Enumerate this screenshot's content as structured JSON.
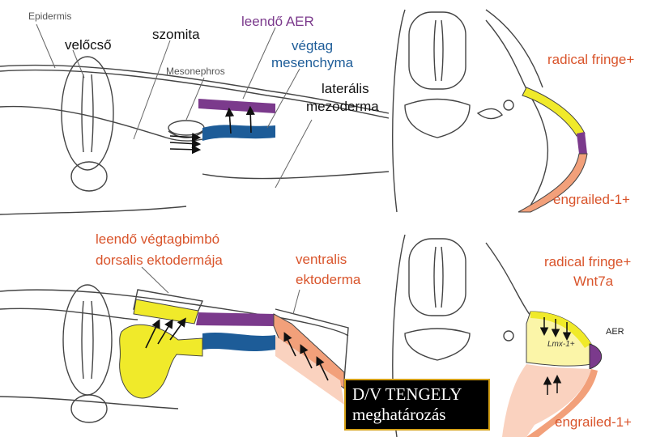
{
  "labels": {
    "epidermis": "Epidermis",
    "velocso": "velőcső",
    "szomita": "szomita",
    "mesonephros": "Mesonephros",
    "leendo_aer": "leendő AER",
    "vegtag": "végtag",
    "mesenchyma": "mesenchyma",
    "lateralis": "laterális",
    "mezoderma": "mezoderma",
    "radical_fringe_1": "radical fringe+",
    "engrailed_1": "engrailed-1+",
    "leendo_vegtagbimbo": "leendő végtagbimbó",
    "dorsalis_ektodermaja": "dorsalis ektodermája",
    "ventralis": "ventralis",
    "ektoderma": "ektoderma",
    "radical_fringe_2": "radical fringe+",
    "wnt7a": "Wnt7a",
    "aer": "AER",
    "lmx": "Lmx-1+",
    "engrailed_2": "engrailed-1+",
    "box_line1": "D/V TENGELY",
    "box_line2": "meghatározás"
  },
  "colors": {
    "dorsal_ectoderm": "#f0ea2a",
    "aer": "#7b3a8c",
    "mesenchyme": "#1d5c98",
    "ventral_ectoderm": "#f2a07a",
    "ventral_pale": "#fad2bf",
    "dorsal_pale": "#fbf5a8",
    "outline": "#444444",
    "label_orange": "#d9542b"
  }
}
